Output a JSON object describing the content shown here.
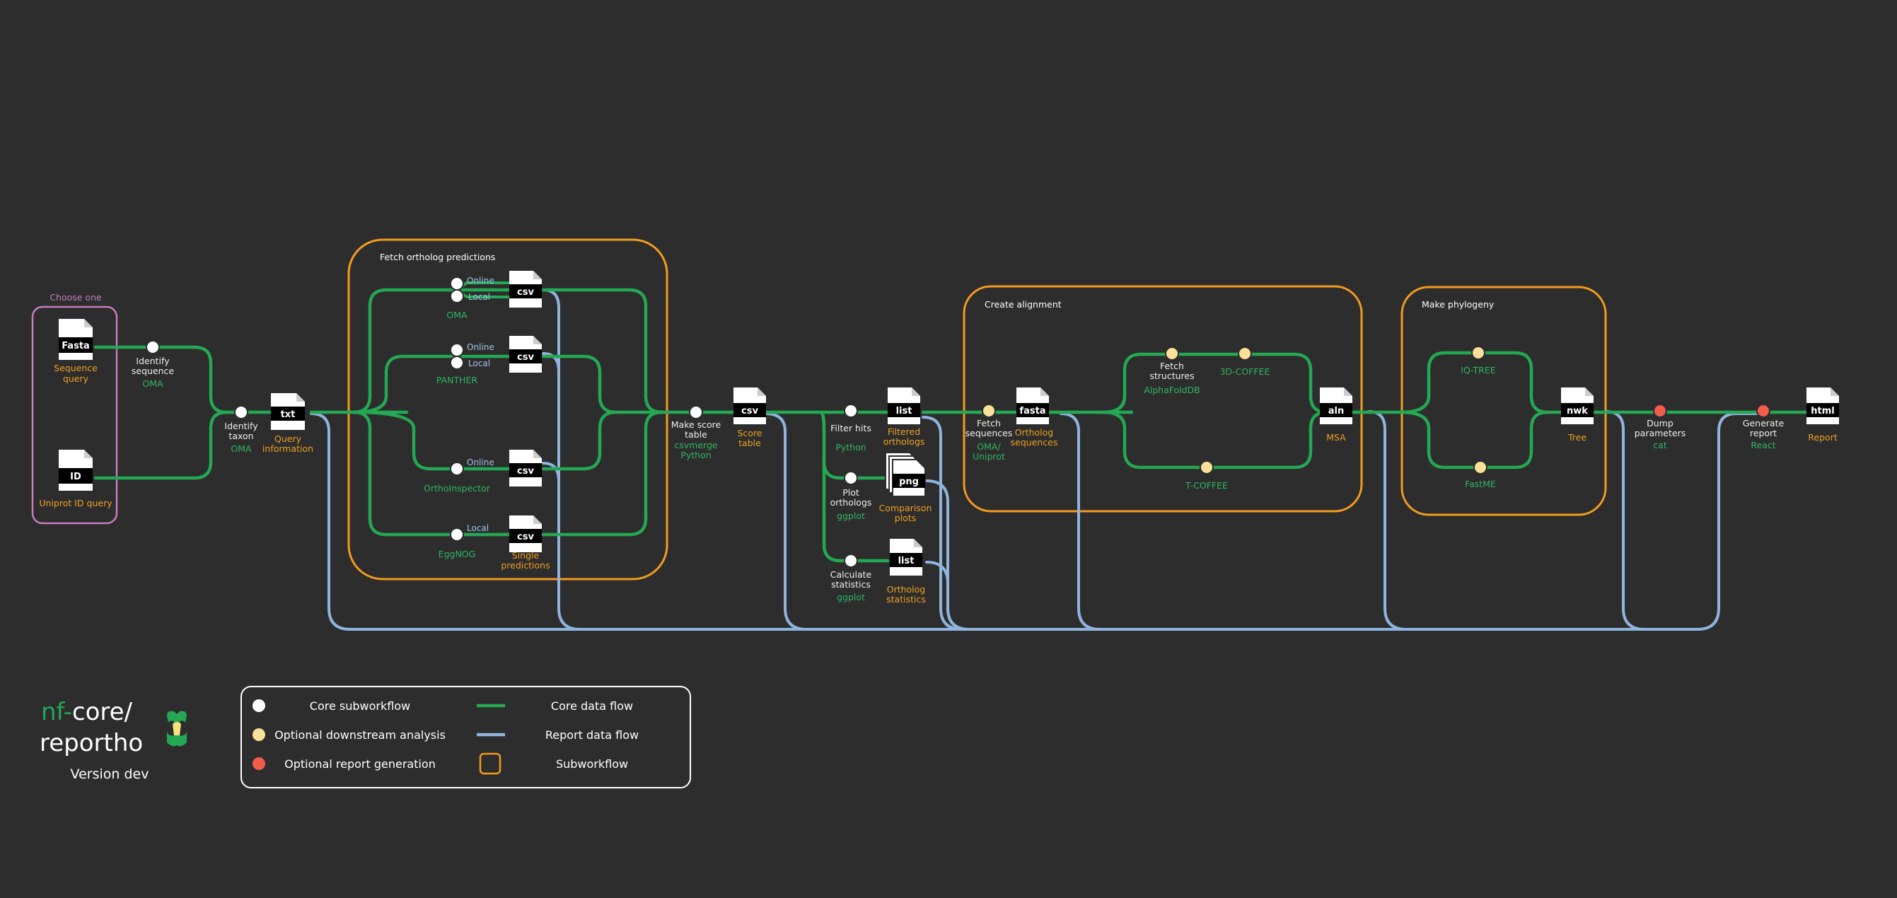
{
  "colors": {
    "background": "#2d2d2d",
    "core_flow": "#24a853",
    "report_flow": "#8fb4dd",
    "subworkflow_box": "#f29c1f",
    "choose_box": "#c77dc0",
    "core_node": "#ffffff",
    "optional_node": "#fbe09a",
    "report_node": "#f25c4a",
    "tool_text": "#2fb561",
    "output_text": "#f0a020"
  },
  "input": {
    "choose_label": "Choose one",
    "fasta_tag": "Fasta",
    "fasta_label": [
      "Sequence",
      "query"
    ],
    "id_tag": "ID",
    "id_label": "Uniprot ID query"
  },
  "steps": {
    "identify_sequence": {
      "label": [
        "Identify",
        "sequence"
      ],
      "tool": "OMA"
    },
    "identify_taxon": {
      "label": [
        "Identify",
        "taxon"
      ],
      "tool": "OMA"
    },
    "query_info": {
      "tag": "txt",
      "label": [
        "Query",
        "information"
      ]
    },
    "make_score_table": {
      "label": [
        "Make score",
        "table"
      ],
      "tool": [
        "csvmerge",
        "Python"
      ]
    },
    "score_table": {
      "tag": "csv",
      "label": [
        "Score",
        "table"
      ]
    },
    "filter_hits": {
      "label": "Filter hits",
      "tool": "Python"
    },
    "filtered_orthologs": {
      "tag": "list",
      "label": [
        "Filtered",
        "orthologs"
      ]
    },
    "plot_orthologs": {
      "label": [
        "Plot",
        "orthologs"
      ],
      "tool": "ggplot"
    },
    "comparison_plots": {
      "tag": "png",
      "label": [
        "Comparison",
        "plots"
      ]
    },
    "calculate_statistics": {
      "label": [
        "Calculate",
        "statistics"
      ],
      "tool": "ggplot"
    },
    "ortholog_statistics": {
      "tag": "list",
      "label": [
        "Ortholog",
        "statistics"
      ]
    },
    "dump_parameters": {
      "label": [
        "Dump",
        "parameters"
      ],
      "tool": "cat"
    },
    "generate_report": {
      "label": [
        "Generate",
        "report"
      ],
      "tool": "React"
    },
    "report": {
      "tag": "html",
      "label": "Report"
    }
  },
  "fetch_orthologs": {
    "title": "Fetch ortholog predictions",
    "online": "Online",
    "local": "Local",
    "sources": [
      "OMA",
      "PANTHER",
      "OrthoInspector",
      "EggNOG"
    ],
    "tag": "csv",
    "output_label": [
      "Single",
      "predictions"
    ]
  },
  "alignment": {
    "title": "Create alignment",
    "fetch_sequences": {
      "label": [
        "Fetch",
        "sequences"
      ],
      "tool": [
        "OMA/",
        "Uniprot"
      ]
    },
    "ortholog_sequences": {
      "tag": "fasta",
      "label": [
        "Ortholog",
        "sequences"
      ]
    },
    "fetch_structures": {
      "label": [
        "Fetch",
        "structures"
      ],
      "tool": "AlphaFoldDB"
    },
    "tcoffee_3d": "3D-COFFEE",
    "tcoffee": "T-COFFEE",
    "msa": {
      "tag": "aln",
      "label": "MSA"
    }
  },
  "phylogeny": {
    "title": "Make phylogeny",
    "iqtree": "IQ-TREE",
    "fastme": "FastME",
    "tree": {
      "tag": "nwk",
      "label": "Tree"
    }
  },
  "legend": {
    "core_subworkflow": "Core subworkflow",
    "optional_analysis": "Optional downstream analysis",
    "optional_report": "Optional report generation",
    "core_flow": "Core data flow",
    "report_flow": "Report data flow",
    "subworkflow": "Subworkflow"
  },
  "logo": {
    "prefix": "nf-",
    "core": "core/",
    "name": "reportho",
    "version": "Version dev"
  }
}
